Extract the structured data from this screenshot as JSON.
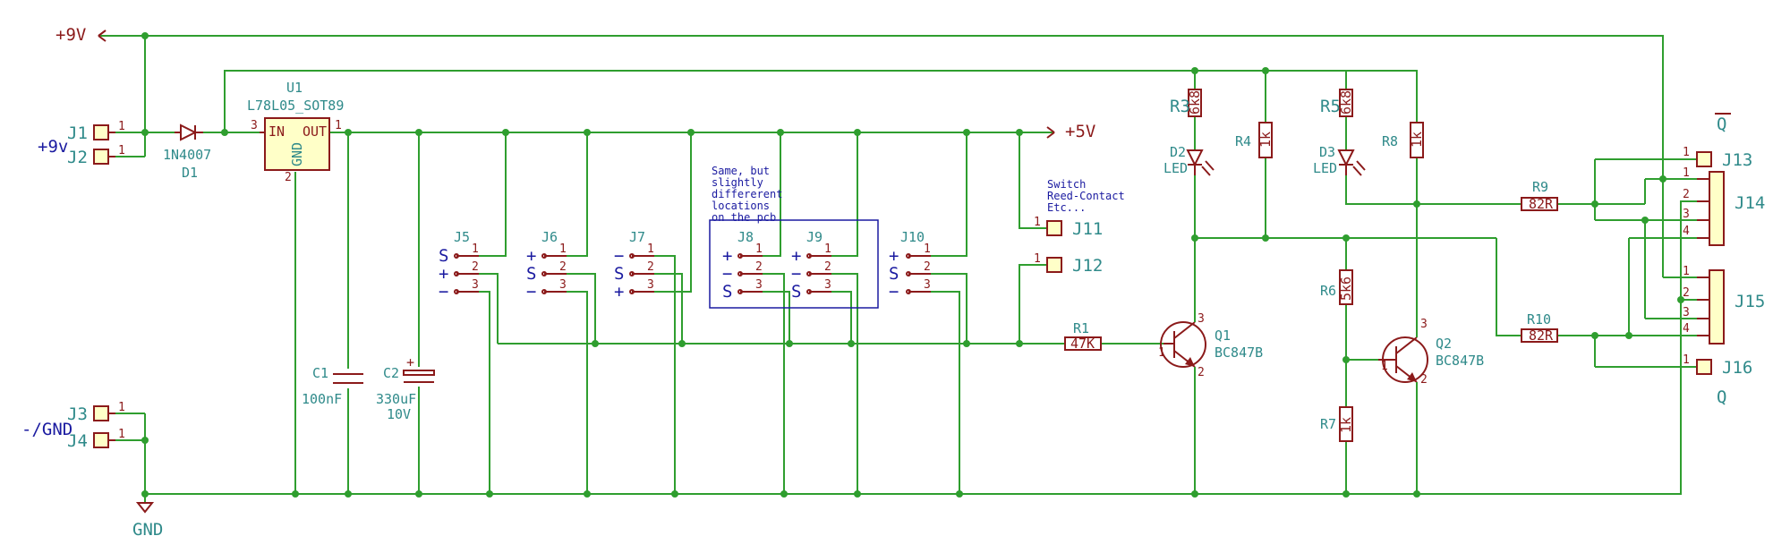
{
  "power": {
    "v9": "+9V",
    "v5": "+5V",
    "gnd": "GND"
  },
  "inputs": {
    "j1": "J1",
    "j2": "J2",
    "j3": "J3",
    "j4": "J4",
    "label_9v": "+9v",
    "label_gnd": "-/GND"
  },
  "diode": {
    "part": "1N4007",
    "ref": "D1"
  },
  "regulator": {
    "ref": "U1",
    "part": "L78L05_SOT89",
    "in": "IN",
    "out": "OUT",
    "gnd": "GND"
  },
  "caps": {
    "c1_ref": "C1",
    "c1_val": "100nF",
    "c2_ref": "C2",
    "c2_val": "330uF",
    "c2_volt": "10V"
  },
  "connectors": {
    "j5": "J5",
    "j6": "J6",
    "j7": "J7",
    "j8": "J8",
    "j9": "J9",
    "j10": "J10",
    "j11": "J11",
    "j12": "J12",
    "j13": "J13",
    "j14": "J14",
    "j15": "J15",
    "j16": "J16"
  },
  "pin_labels": {
    "j5": [
      "S",
      "+",
      "−"
    ],
    "j6": [
      "+",
      "S",
      "−"
    ],
    "j7": [
      "−",
      "S",
      "+"
    ],
    "j8": [
      "+",
      "−",
      "S"
    ],
    "j9": [
      "+",
      "−",
      "S"
    ],
    "j10": [
      "+",
      "S",
      "−"
    ]
  },
  "note": {
    "line1": "Same, but",
    "line2": "slightly",
    "line3": "differerent",
    "line4": "locations",
    "line5": "on the pcb"
  },
  "switch_note": {
    "line1": "Switch",
    "line2": "Reed-Contact",
    "line3": "Etc..."
  },
  "resistors": {
    "r1_ref": "R1",
    "r1_val": "47K",
    "r3_ref": "R3",
    "r3_val": "6k8",
    "r4_ref": "R4",
    "r4_val": "1k",
    "r5_ref": "R5",
    "r5_val": "6k8",
    "r6_ref": "R6",
    "r6_val": "5k6",
    "r7_ref": "R7",
    "r7_val": "1k",
    "r8_ref": "R8",
    "r8_val": "1k",
    "r9_ref": "R9",
    "r9_val": "82R",
    "r10_ref": "R10",
    "r10_val": "82R"
  },
  "leds": {
    "d2_ref": "D2",
    "d3_ref": "D3",
    "type": "LED"
  },
  "transistors": {
    "q1_ref": "Q1",
    "q2_ref": "Q2",
    "part": "BC847B"
  },
  "outputs": {
    "q": "Q",
    "q_bar": "Q"
  },
  "pins": {
    "p1": "1",
    "p2": "2",
    "p3": "3",
    "p4": "4"
  },
  "colors": {
    "wire": "#2f9e2f",
    "symbol": "#8b1a1a",
    "reference": "#2f8a8a",
    "note": "#1a1aa0"
  }
}
